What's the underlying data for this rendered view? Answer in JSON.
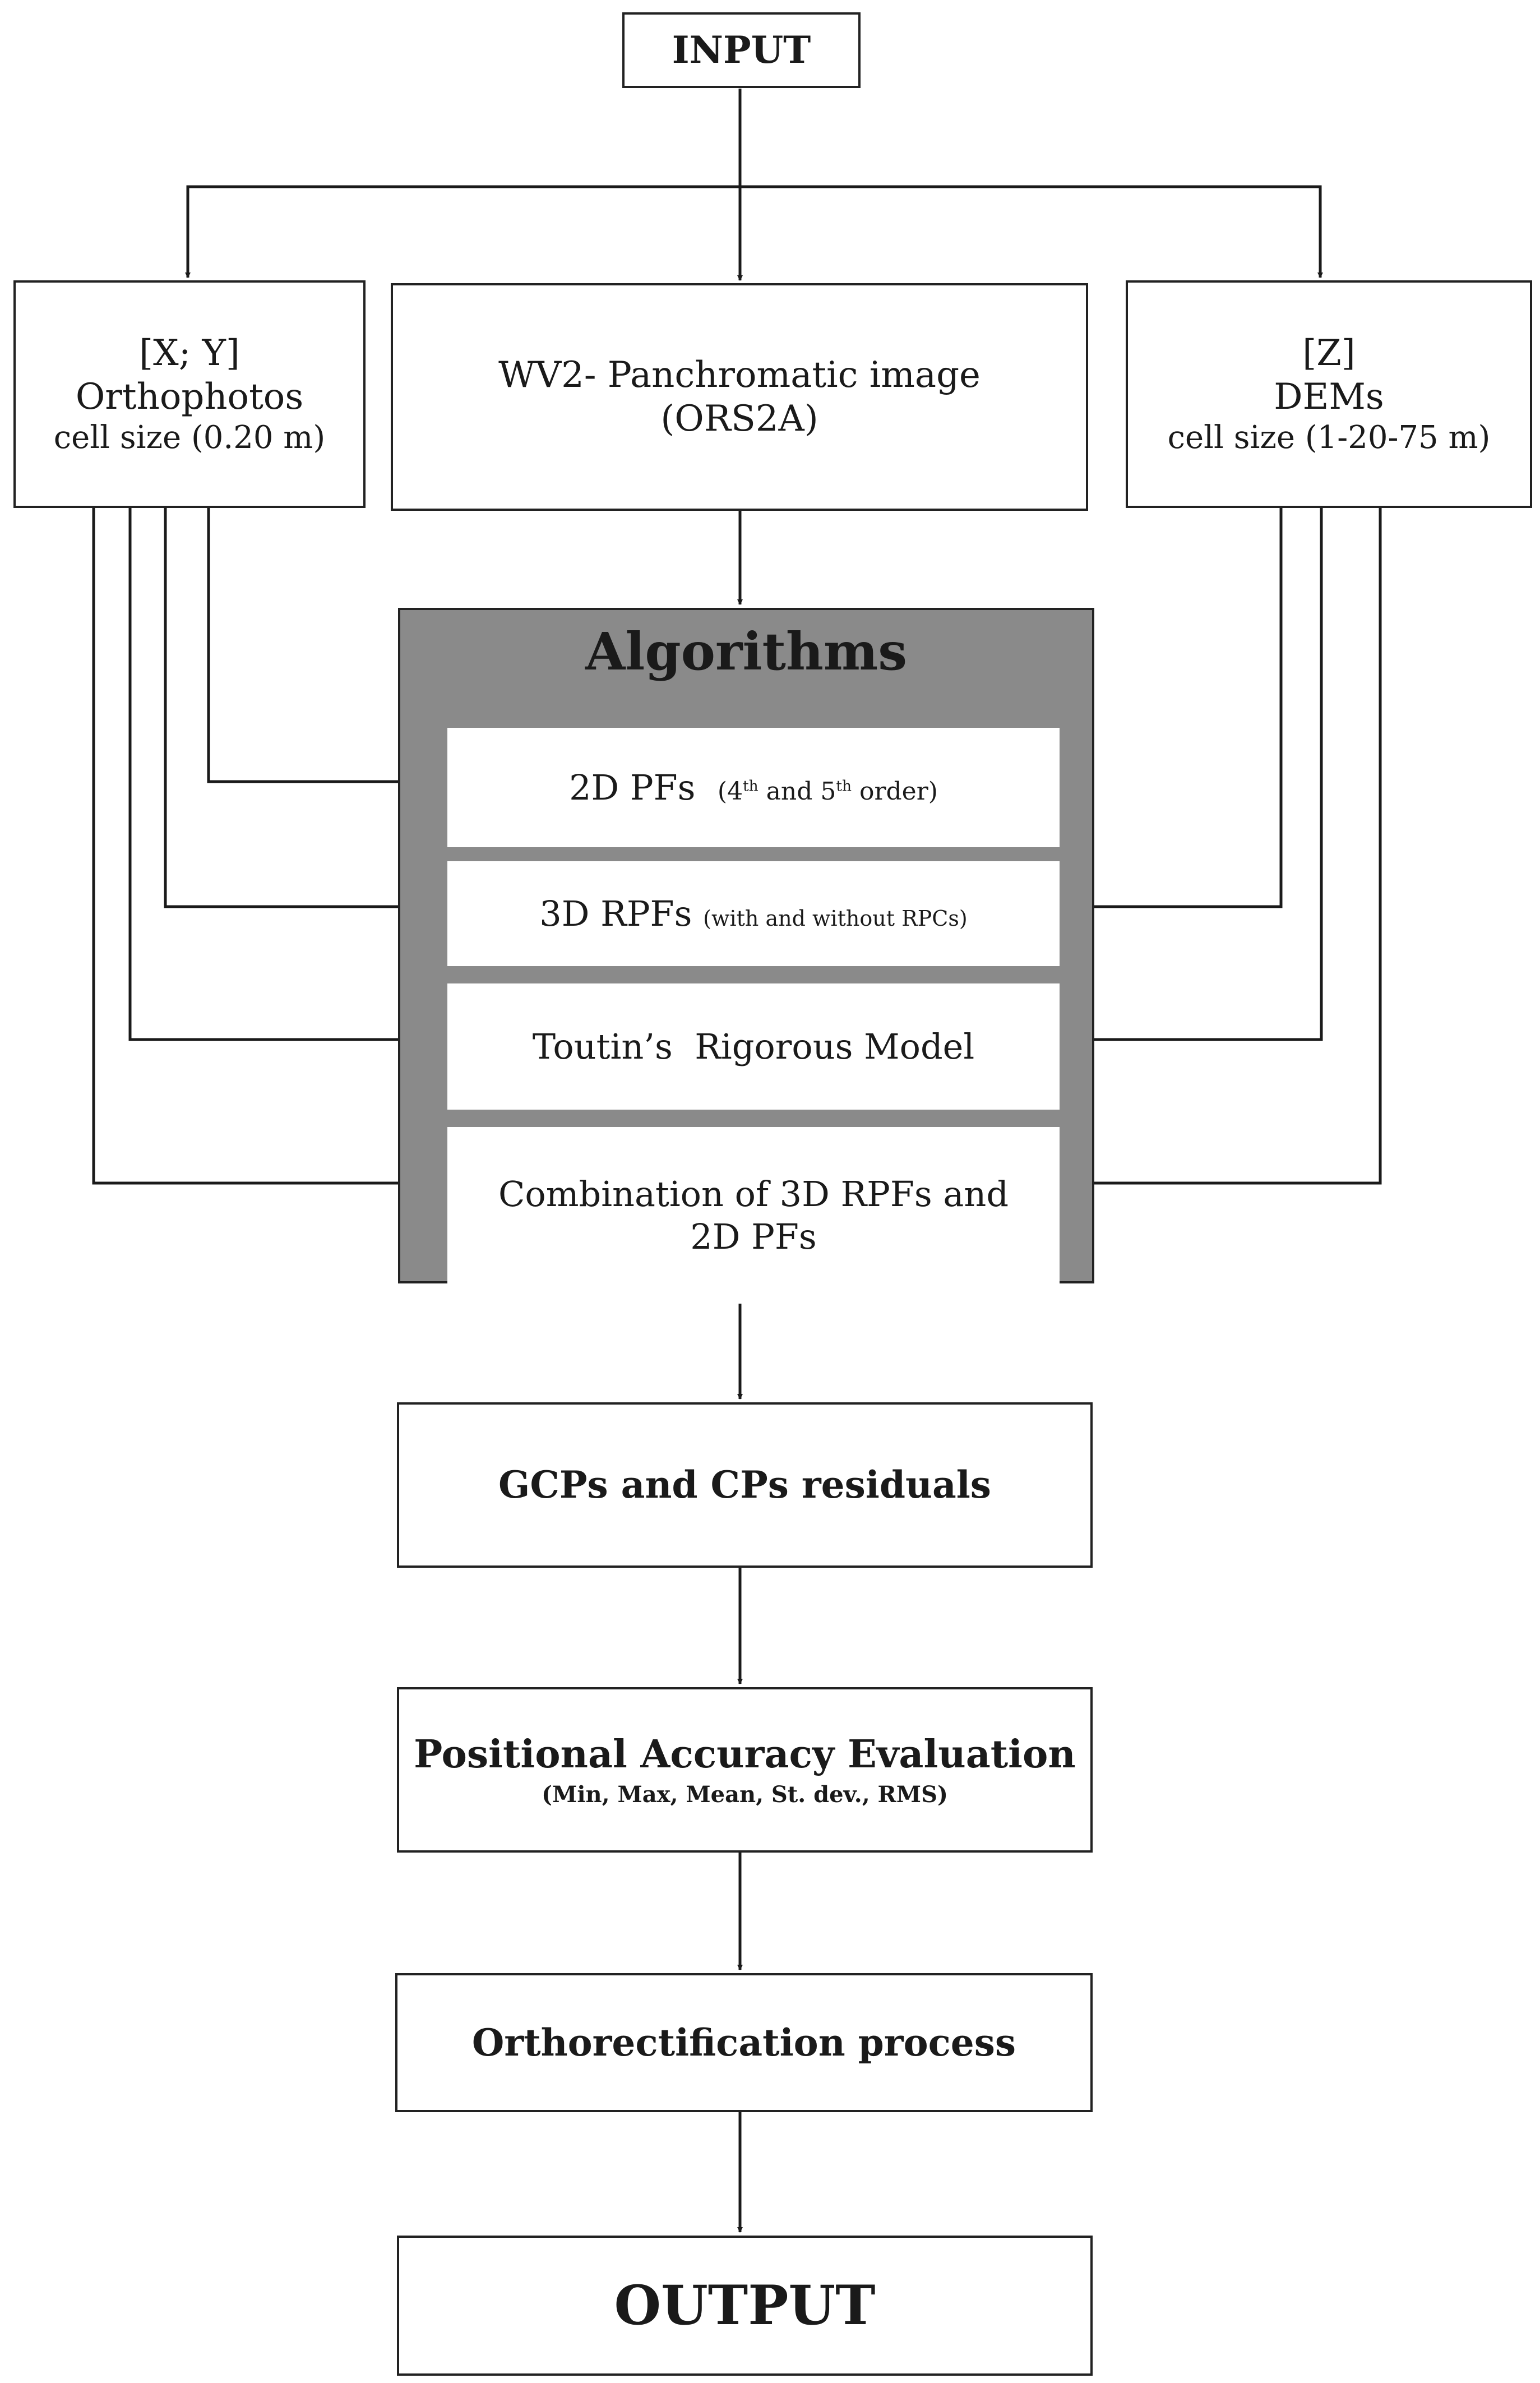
{
  "input": {
    "label": "INPUT"
  },
  "orthophotos": {
    "line1": "[X; Y]",
    "line2": "Orthophotos",
    "line3": "cell size (0.20 m)"
  },
  "wv2": {
    "line1": "WV2- Panchromatic image",
    "line2": "(ORS2A)"
  },
  "dems": {
    "line1": "[Z]",
    "line2": "DEMs",
    "line3": "cell size (1-20-75 m)"
  },
  "algorithms": {
    "title": "Algorithms",
    "items": [
      {
        "main": "2D PFs",
        "paren_open": "(4",
        "sup1": "th",
        "mid": " and 5",
        "sup2": "th",
        "paren_close": " order)"
      },
      {
        "main": "3D RPFs",
        "paren": "(with and without RPCs)"
      },
      {
        "main": "Toutin’s  Rigorous Model"
      },
      {
        "main": "Combination of 3D RPFs and",
        "main2": "2D PFs"
      }
    ]
  },
  "residuals": {
    "label": "GCPs and CPs residuals"
  },
  "accuracy": {
    "label": "Positional Accuracy Evaluation",
    "sub": "(Min, Max, Mean, St. dev., RMS)"
  },
  "ortho_process": {
    "label": "Orthorectification process"
  },
  "output": {
    "label": "OUTPUT"
  }
}
